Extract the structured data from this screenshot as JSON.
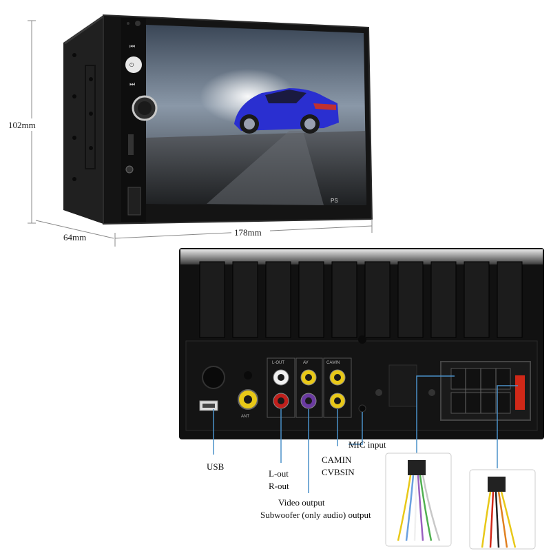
{
  "dimensions": {
    "height": "102mm",
    "depth": "64mm",
    "width": "178mm"
  },
  "screen_brand": "PS",
  "port_labels": {
    "usb": "USB",
    "l_out": "L-out",
    "r_out": "R-out",
    "video_output": "Video  output",
    "subwoofer": "Subwoofer (only audio) output",
    "camin": "CAMIN",
    "cvbsin": "CVBSIN",
    "mic_input": "MIC input"
  },
  "colors": {
    "unit_body": "#1a1a1a",
    "screen_sky": "#6b7a8c",
    "car": "#2a2fd0",
    "leader_line": "#4a90c8",
    "rca_red": "#c0201c",
    "rca_yellow": "#e8c818",
    "rca_white": "#f0f0f0",
    "rca_purple": "#6a3aa0",
    "connector_red": "#d02818"
  }
}
